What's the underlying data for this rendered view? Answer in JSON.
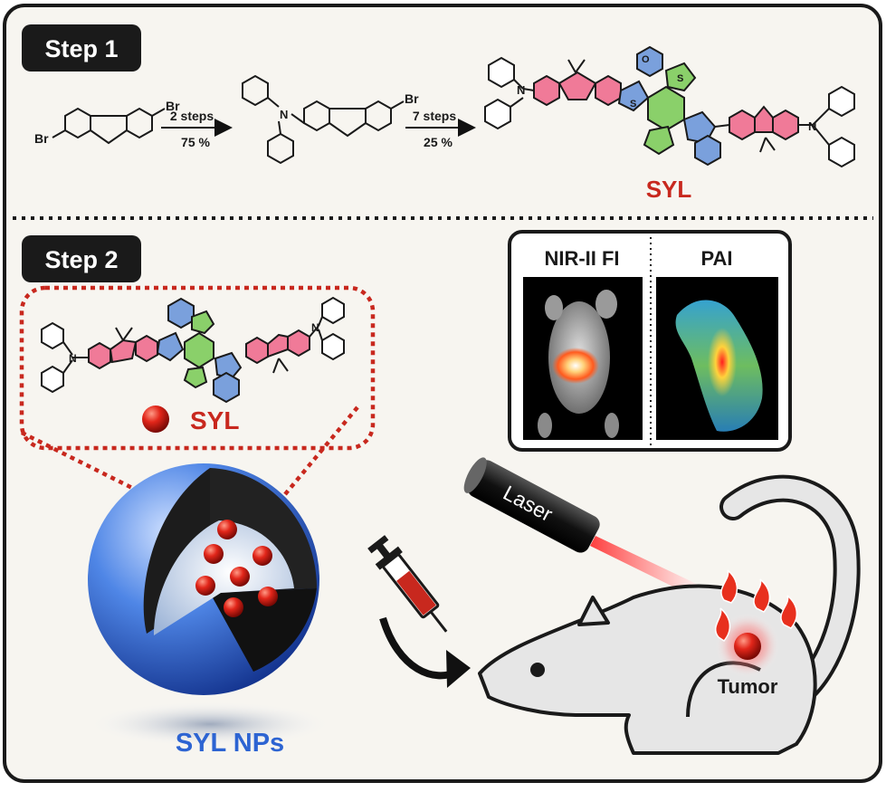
{
  "step1": {
    "label": "Step 1",
    "reaction": {
      "arrow1_top": "2 steps",
      "arrow1_bottom": "75 %",
      "arrow2_top": "7 steps",
      "arrow2_bottom": "25 %",
      "atom_br": "Br",
      "atom_n": "N",
      "atom_s": "S",
      "atom_o": "O",
      "product_name": "SYL"
    }
  },
  "step2": {
    "label": "Step 2",
    "molecule_name": "SYL",
    "nanoparticle_label": "SYL NPs",
    "imaging": {
      "left_title": "NIR-II FI",
      "right_title": "PAI"
    },
    "laser_label": "Laser",
    "tumor_label": "Tumor"
  },
  "colors": {
    "accent_red": "#c8281e",
    "np_blue": "#2d64d2",
    "fluorene_pink": "#f07a98",
    "thiophene_blue": "#7aa0dc",
    "btd_green": "#8ad06a",
    "step_badge": "#1a1a1a"
  }
}
